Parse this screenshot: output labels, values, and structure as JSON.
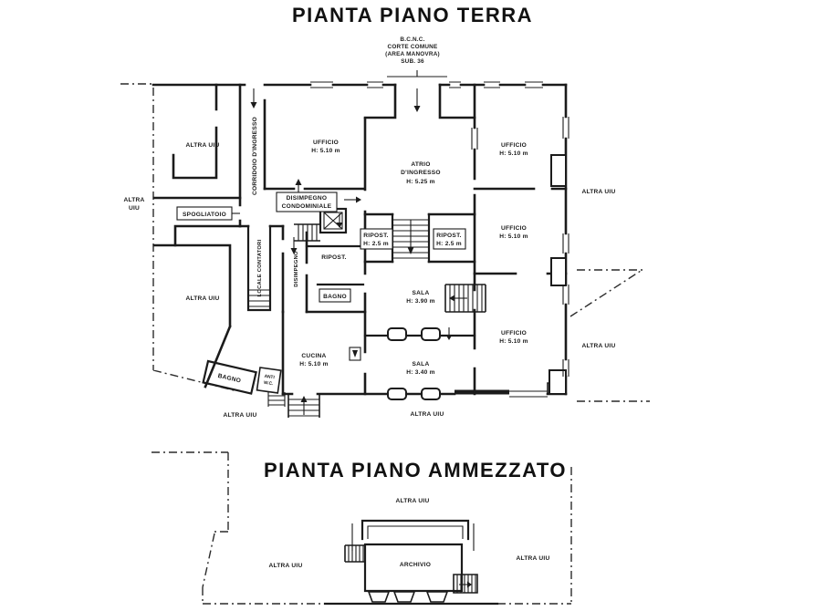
{
  "colors": {
    "background": "#ffffff",
    "ink": "#1b1b1b"
  },
  "terra": {
    "title": "PIANTA PIANO TERRA",
    "courtyard": {
      "l1": "B.C.N.C.",
      "l2": "CORTE COMUNE",
      "l3": "(AREA MANOVRA)",
      "l4": "SUB. 36"
    },
    "rooms": {
      "corridoio": "CORRIDOIO D'INGRESSO",
      "spogliatoio": "SPOGLIATOIO",
      "ufficio_left": {
        "name": "UFFICIO",
        "h": "H: 5.10 m"
      },
      "atrio": {
        "l1": "ATRIO",
        "l2": "D'INGRESSO",
        "h": "H: 5.25 m"
      },
      "ufficio_top": {
        "name": "UFFICIO",
        "h": "H: 5.10 m"
      },
      "disimpegno_cond": {
        "l1": "DISIMPEGNO",
        "l2": "CONDOMINIALE"
      },
      "ripost_1": {
        "name": "RIPOST.",
        "h": "H: 2.5 m"
      },
      "ripost_2": {
        "name": "RIPOST.",
        "h": "H: 2.5 m"
      },
      "ufficio_mid": {
        "name": "UFFICIO",
        "h": "H: 5.10 m"
      },
      "locale_contatori": "LOCALE CONTATORI",
      "disimpegno": "DISIMPEGNO",
      "ripost_3": "RIPOST.",
      "bagno_1": "BAGNO",
      "sala_1": {
        "name": "SALA",
        "h": "H: 3.90 m"
      },
      "ufficio_low": {
        "name": "UFFICIO",
        "h": "H: 5.10 m"
      },
      "cucina": {
        "name": "CUCINA",
        "h": "H: 5.10 m"
      },
      "sala_2": {
        "name": "SALA",
        "h": "H: 3.40 m"
      },
      "bagno_2": "BAGNO",
      "anti_wc": {
        "l1": "ANTI",
        "l2": "W.C."
      }
    },
    "adjacent": {
      "left_outer": {
        "l1": "ALTRA",
        "l2": "UIU"
      },
      "room_top_left": "ALTRA UIU",
      "room_bottom_left": "ALTRA UIU",
      "right_upper": "ALTRA UIU",
      "right_lower": "ALTRA UIU",
      "bottom_left": "ALTRA UIU",
      "bottom_center": "ALTRA UIU"
    }
  },
  "ammezzato": {
    "title": "PIANTA PIANO AMMEZZATO",
    "rooms": {
      "archivio": "ARCHIVIO"
    },
    "adjacent": {
      "top": "ALTRA UIU",
      "left": "ALTRA UIU",
      "right": "ALTRA UIU"
    }
  }
}
